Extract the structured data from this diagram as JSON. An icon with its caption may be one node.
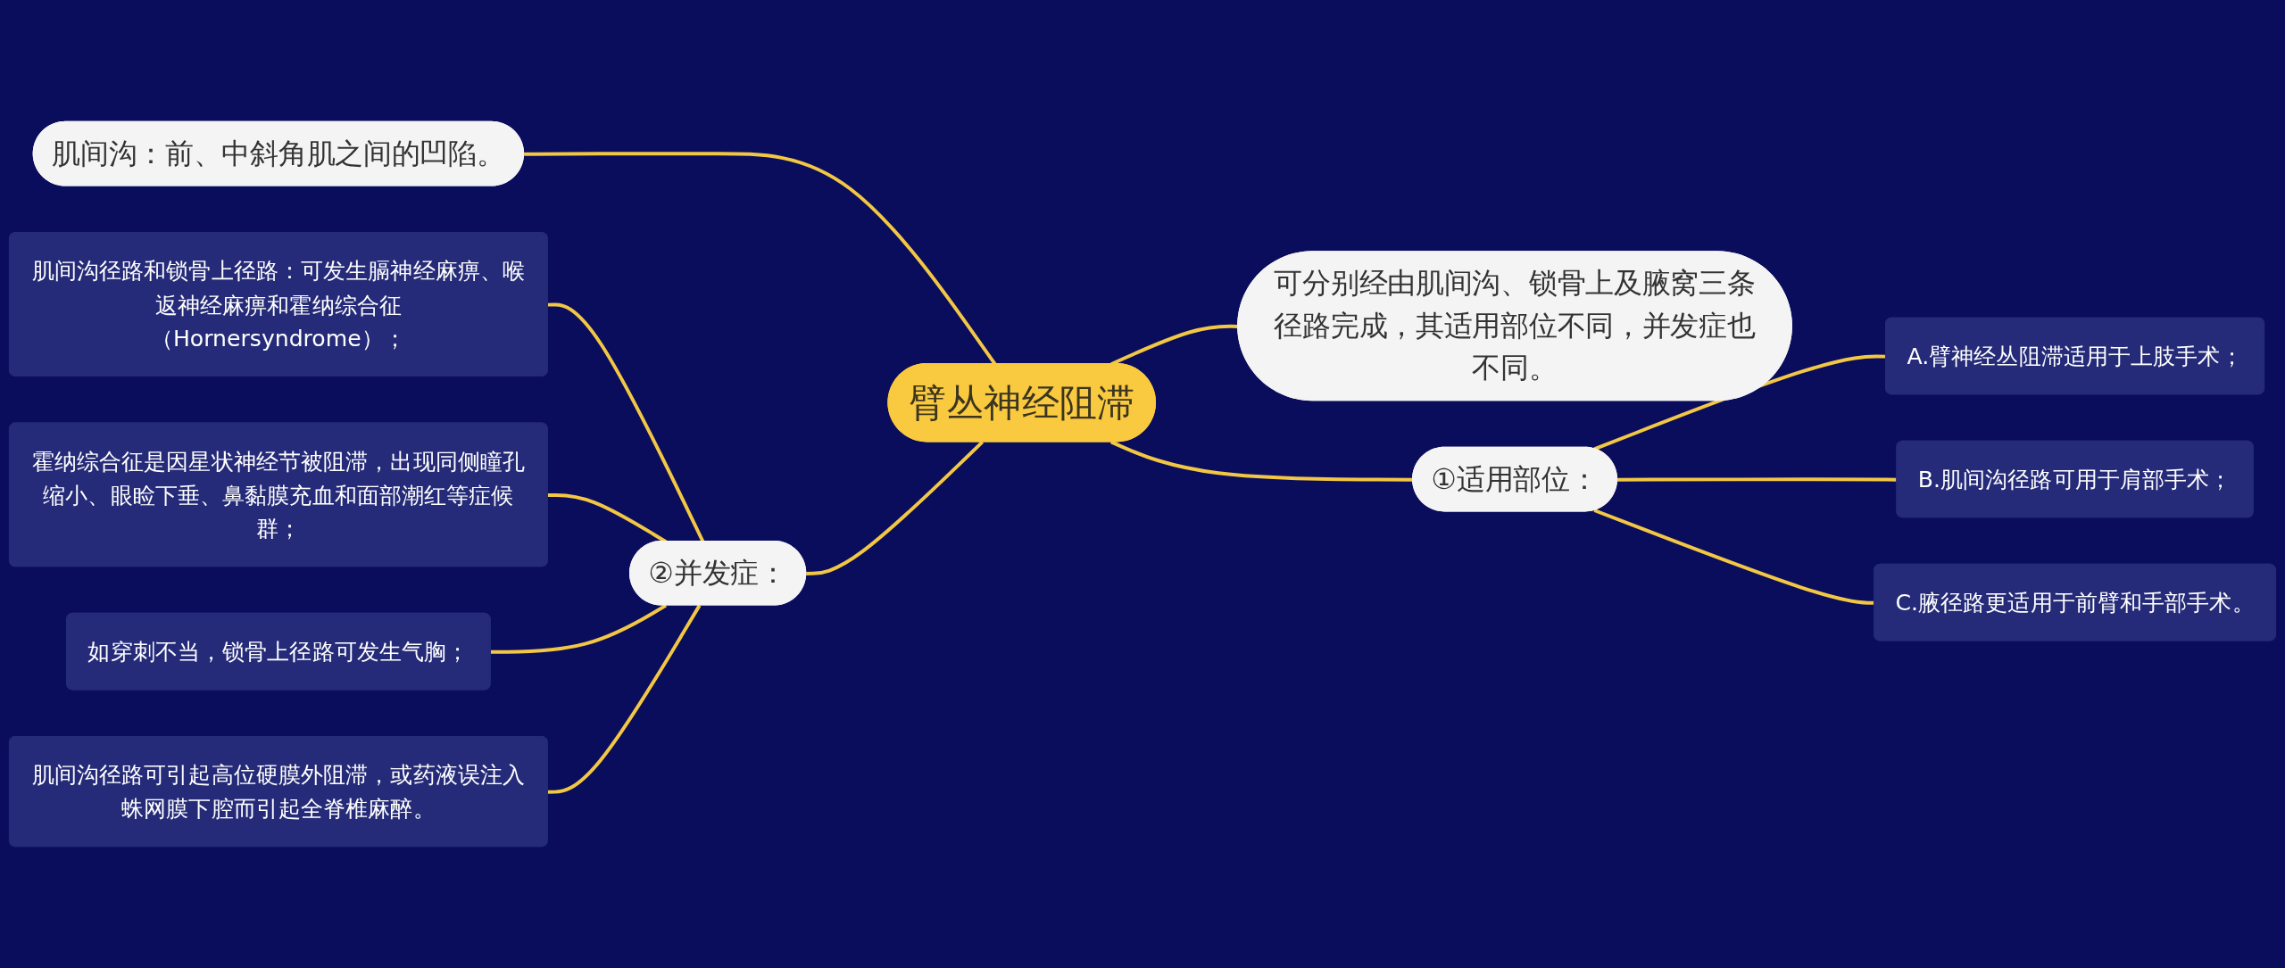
{
  "diagram": {
    "nodes": [
      {
        "text": [
          "臂丛神经阻滞"
        ]
      },
      {
        "text": [
          "肌间沟：前、中斜角肌之间的凹陷。"
        ]
      },
      {
        "text": [
          "可分别经由肌间沟、锁骨上及腋窝三条径路完成，其适用部位不同，并发症也不同。"
        ]
      },
      {
        "text": [
          "①适用部位："
        ]
      },
      {
        "text": [
          "A.臂神经丛阻滞适用于上肢手术；"
        ]
      },
      {
        "text": [
          "B.肌间沟径路可用于肩部手术；"
        ]
      },
      {
        "text": [
          "C.腋径路更适用于前臂和手部手术。"
        ]
      },
      {
        "text": [
          "②并发症："
        ]
      },
      {
        "text": [
          "肌间沟径路和锁骨上径路：可发生膈神经麻痹、喉返神经麻痹和霍纳综合征（Hornersyndrome）；"
        ]
      },
      {
        "text": [
          "霍纳综合征是因星状神经节被阻滞，出现同侧瞳孔缩小、眼睑下垂、鼻黏膜充血和面部潮红等症候群；"
        ]
      },
      {
        "text": [
          "如穿刺不当，锁骨上径路可发生气胸；"
        ]
      },
      {
        "text": [
          "肌间沟径路可引起高位硬膜外阻滞，或药液误注入蛛网膜下腔而引起全脊椎麻醉。"
        ]
      }
    ],
    "edges": [
      {
        "from": 1,
        "to": 0,
        "arrow": "none"
      },
      {
        "from": 0,
        "to": 2,
        "arrow": "none"
      },
      {
        "from": 0,
        "to": 3,
        "arrow": "none"
      },
      {
        "from": 3,
        "to": 4,
        "arrow": "none"
      },
      {
        "from": 3,
        "to": 5,
        "arrow": "none"
      },
      {
        "from": 3,
        "to": 6,
        "arrow": "none"
      },
      {
        "from": 7,
        "to": 0,
        "arrow": "none"
      },
      {
        "from": 8,
        "to": 7,
        "arrow": "none"
      },
      {
        "from": 9,
        "to": 7,
        "arrow": "none"
      },
      {
        "from": 10,
        "to": 7,
        "arrow": "none"
      },
      {
        "from": 11,
        "to": 7,
        "arrow": "none"
      }
    ]
  }
}
